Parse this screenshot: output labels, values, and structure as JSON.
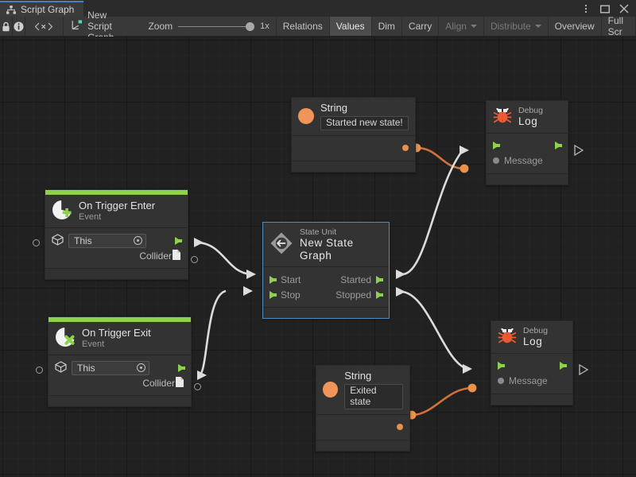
{
  "window": {
    "tab_label": "Script Graph",
    "tab_icon": "graph-icon",
    "buttons": [
      {
        "name": "more-options",
        "glyph": "⋮"
      },
      {
        "name": "maximize",
        "glyph": "▢"
      },
      {
        "name": "close",
        "glyph": "✕"
      }
    ]
  },
  "toolbar": {
    "lock_icon": "lock-icon",
    "info_icon": "info-icon",
    "code_icon": "code-brackets-icon",
    "graph_icon": "script-graph-icon",
    "graph_name": "New Script Graph",
    "zoom_label": "Zoom",
    "zoom_value": "1x",
    "zoom_percent": 100,
    "items": [
      {
        "label": "Relations",
        "active": false,
        "disabled": false,
        "dropdown": false
      },
      {
        "label": "Values",
        "active": true,
        "disabled": false,
        "dropdown": false
      },
      {
        "label": "Dim",
        "active": false,
        "disabled": false,
        "dropdown": false
      },
      {
        "label": "Carry",
        "active": false,
        "disabled": false,
        "dropdown": false
      },
      {
        "label": "Align",
        "active": false,
        "disabled": true,
        "dropdown": true
      },
      {
        "label": "Distribute",
        "active": false,
        "disabled": true,
        "dropdown": true
      },
      {
        "label": "Overview",
        "active": false,
        "disabled": false,
        "dropdown": false
      },
      {
        "label": "Full Scr",
        "active": false,
        "disabled": false,
        "dropdown": false
      }
    ]
  },
  "colors": {
    "accent_green": "#8ed24b",
    "accent_orange": "#e8924a",
    "selection_blue": "#4b8ec4",
    "canvas_bg": "#212121",
    "node_bg": "#333333",
    "wire_flow": "#d8d8d8",
    "wire_value": "#d2723a"
  },
  "nodes": {
    "string_top": {
      "title": "String",
      "value": "Started new state!",
      "icon": "string-orange-dot-icon"
    },
    "debug_log_top": {
      "title": "Debug",
      "subtitle": "Log",
      "icon": "bug-icon",
      "input_port": "Message"
    },
    "on_trigger_enter": {
      "title": "On Trigger Enter",
      "subtitle": "Event",
      "icon": "event-plus-icon",
      "target_value": "This",
      "target_icon": "gameobject-icon",
      "output_label": "Collider",
      "output_icon": "collider-file-icon"
    },
    "state_unit": {
      "title": "State Unit",
      "subtitle": "New  State  Graph",
      "icon": "state-unit-icon",
      "selected": true,
      "inputs": [
        "Start",
        "Stop"
      ],
      "outputs": [
        "Started",
        "Stopped"
      ]
    },
    "on_trigger_exit": {
      "title": "On Trigger Exit",
      "subtitle": "Event",
      "icon": "event-cross-icon",
      "target_value": "This",
      "target_icon": "gameobject-icon",
      "output_label": "Collider",
      "output_icon": "collider-file-icon"
    },
    "string_bottom": {
      "title": "String",
      "value": "Exited state",
      "icon": "string-orange-dot-icon"
    },
    "debug_log_bottom": {
      "title": "Debug",
      "subtitle": "Log",
      "icon": "bug-icon",
      "input_port": "Message"
    }
  }
}
